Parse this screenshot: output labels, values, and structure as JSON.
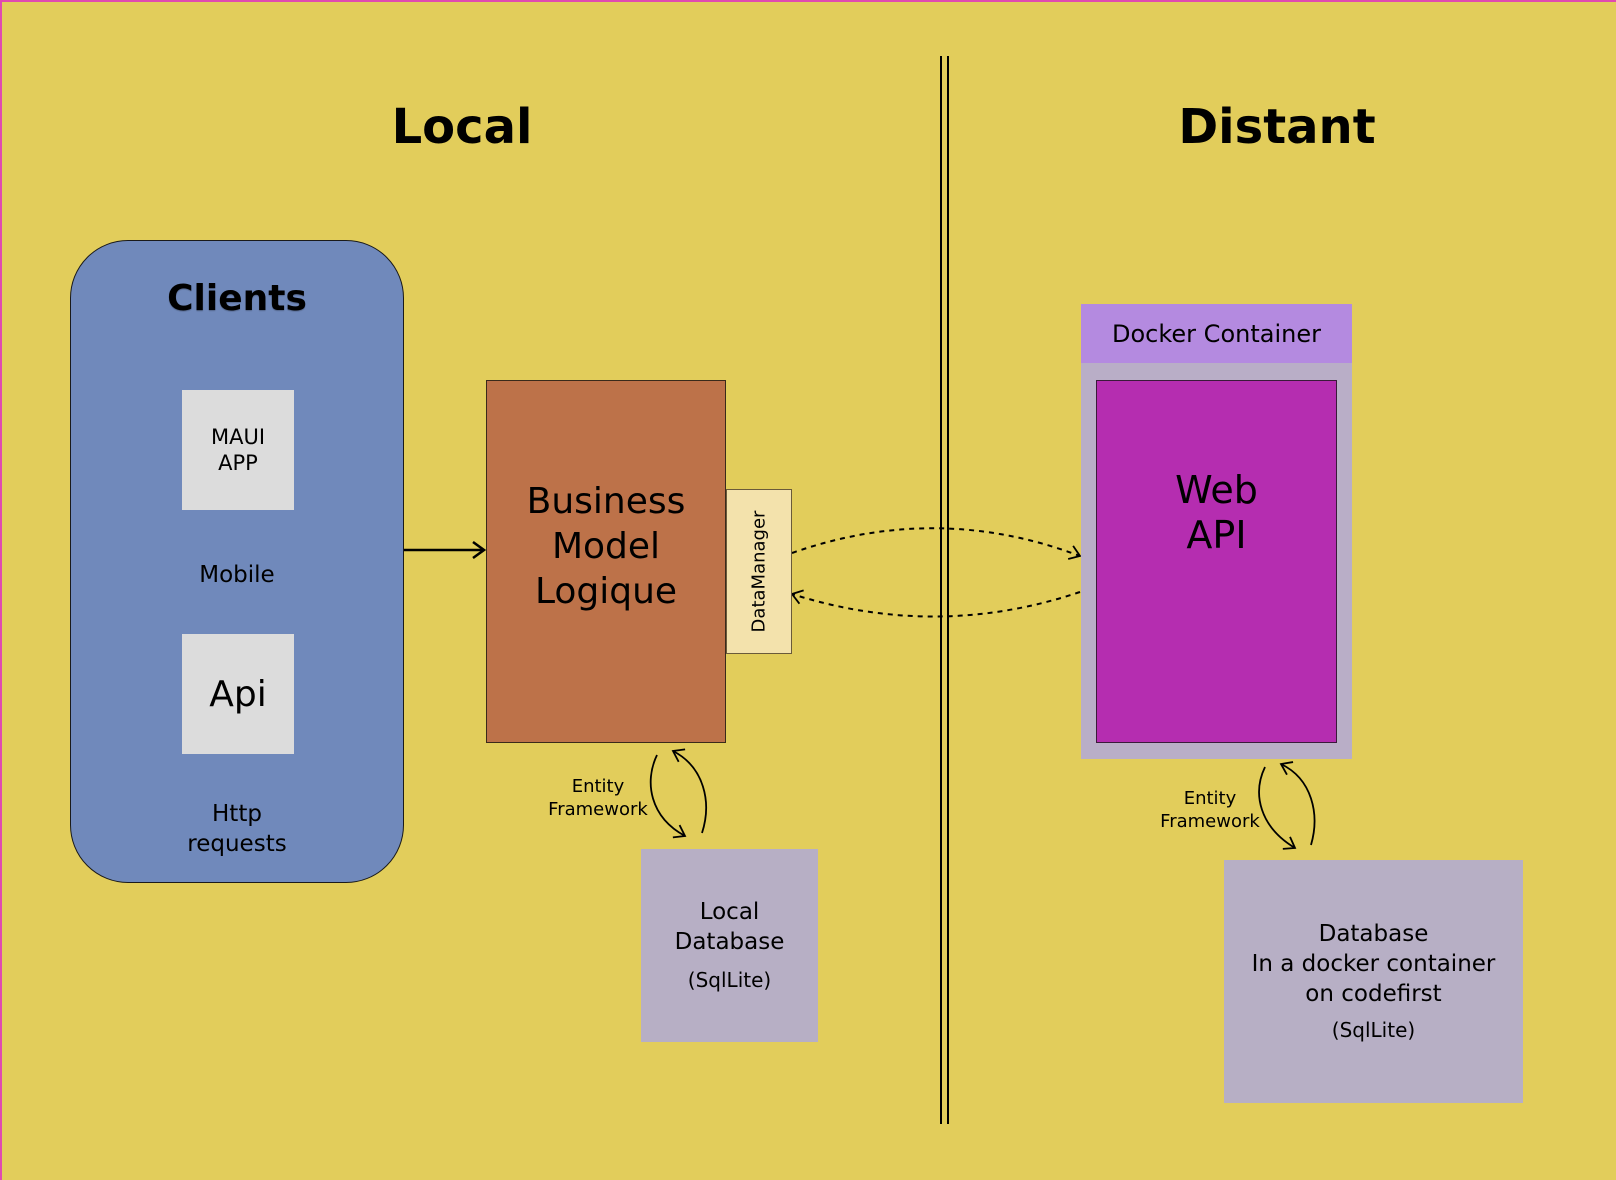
{
  "headings": {
    "local": "Local",
    "distant": "Distant"
  },
  "clients": {
    "title": "Clients",
    "maui_line1": "MAUI",
    "maui_line2": "APP",
    "mobile_label": "Mobile",
    "api_label": "Api",
    "http_line1": "Http",
    "http_line2": "requests"
  },
  "business": {
    "line1": "Business",
    "line2": "Model",
    "line3": "Logique"
  },
  "datamanager": "DataManager",
  "entity_framework": {
    "line1": "Entity",
    "line2": "Framework"
  },
  "local_db": {
    "line1": "Local",
    "line2": "Database",
    "line3": "(SqlLite)"
  },
  "docker": {
    "label": "Docker Container"
  },
  "web_api": {
    "line1": "Web",
    "line2": "API"
  },
  "remote_db": {
    "line1": "Database",
    "line2": "In a docker container",
    "line3": "on codefirst",
    "line4": "(SqlLite)"
  },
  "colors": {
    "background": "#e2cd5b",
    "clients": "#7089bb",
    "business": "#bd7249",
    "datamanager": "#f3e2ac",
    "database": "#b7afc5",
    "docker_header": "#b48ae0",
    "web_api": "#b52db0"
  }
}
